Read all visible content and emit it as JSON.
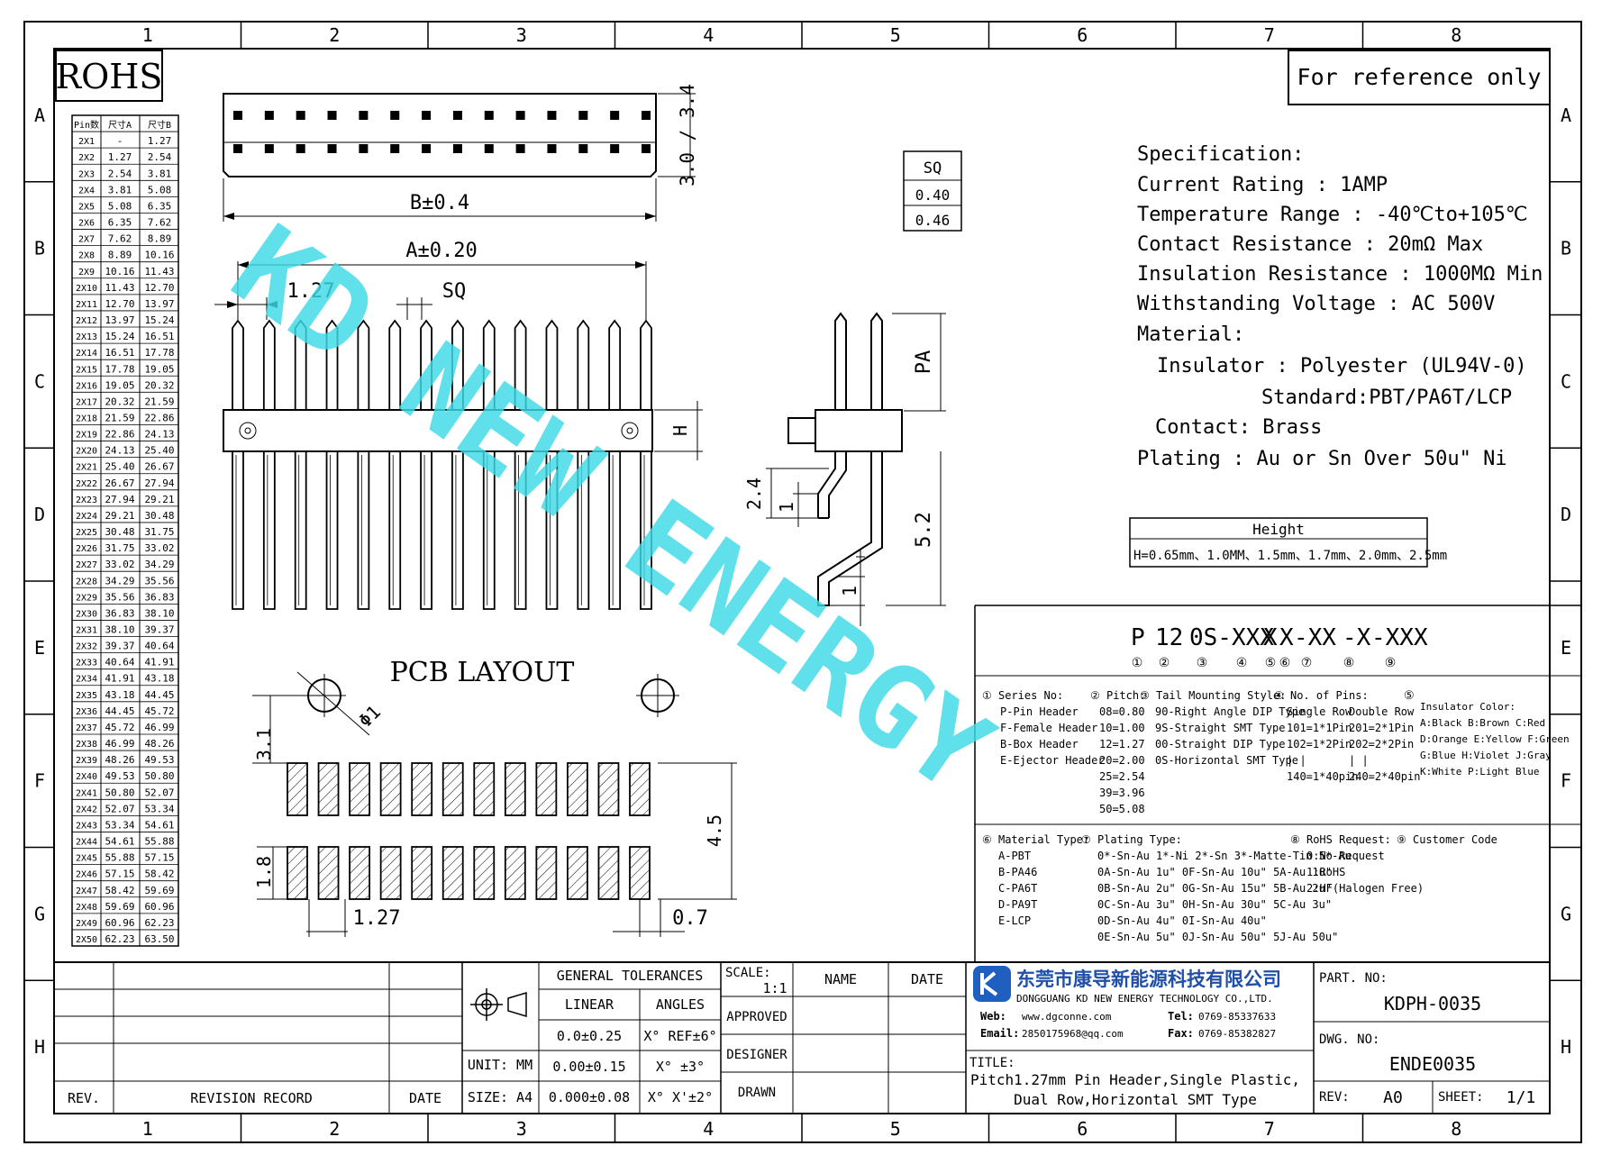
{
  "border": {
    "columns": [
      "1",
      "2",
      "3",
      "4",
      "5",
      "6",
      "7",
      "8"
    ],
    "rows": [
      "A",
      "B",
      "C",
      "D",
      "E",
      "F",
      "G",
      "H"
    ]
  },
  "rohs": "ROHS",
  "reference_note": "For reference only",
  "watermark": "KD NEW ENERGY",
  "pin_table": {
    "headers": [
      "Pin数",
      "尺寸A",
      "尺寸B"
    ],
    "rows": [
      [
        "2X1",
        "-",
        "1.27"
      ],
      [
        "2X2",
        "1.27",
        "2.54"
      ],
      [
        "2X3",
        "2.54",
        "3.81"
      ],
      [
        "2X4",
        "3.81",
        "5.08"
      ],
      [
        "2X5",
        "5.08",
        "6.35"
      ],
      [
        "2X6",
        "6.35",
        "7.62"
      ],
      [
        "2X7",
        "7.62",
        "8.89"
      ],
      [
        "2X8",
        "8.89",
        "10.16"
      ],
      [
        "2X9",
        "10.16",
        "11.43"
      ],
      [
        "2X10",
        "11.43",
        "12.70"
      ],
      [
        "2X11",
        "12.70",
        "13.97"
      ],
      [
        "2X12",
        "13.97",
        "15.24"
      ],
      [
        "2X13",
        "15.24",
        "16.51"
      ],
      [
        "2X14",
        "16.51",
        "17.78"
      ],
      [
        "2X15",
        "17.78",
        "19.05"
      ],
      [
        "2X16",
        "19.05",
        "20.32"
      ],
      [
        "2X17",
        "20.32",
        "21.59"
      ],
      [
        "2X18",
        "21.59",
        "22.86"
      ],
      [
        "2X19",
        "22.86",
        "24.13"
      ],
      [
        "2X20",
        "24.13",
        "25.40"
      ],
      [
        "2X21",
        "25.40",
        "26.67"
      ],
      [
        "2X22",
        "26.67",
        "27.94"
      ],
      [
        "2X23",
        "27.94",
        "29.21"
      ],
      [
        "2X24",
        "29.21",
        "30.48"
      ],
      [
        "2X25",
        "30.48",
        "31.75"
      ],
      [
        "2X26",
        "31.75",
        "33.02"
      ],
      [
        "2X27",
        "33.02",
        "34.29"
      ],
      [
        "2X28",
        "34.29",
        "35.56"
      ],
      [
        "2X29",
        "35.56",
        "36.83"
      ],
      [
        "2X30",
        "36.83",
        "38.10"
      ],
      [
        "2X31",
        "38.10",
        "39.37"
      ],
      [
        "2X32",
        "39.37",
        "40.64"
      ],
      [
        "2X33",
        "40.64",
        "41.91"
      ],
      [
        "2X34",
        "41.91",
        "43.18"
      ],
      [
        "2X35",
        "43.18",
        "44.45"
      ],
      [
        "2X36",
        "44.45",
        "45.72"
      ],
      [
        "2X37",
        "45.72",
        "46.99"
      ],
      [
        "2X38",
        "46.99",
        "48.26"
      ],
      [
        "2X39",
        "48.26",
        "49.53"
      ],
      [
        "2X40",
        "49.53",
        "50.80"
      ],
      [
        "2X41",
        "50.80",
        "52.07"
      ],
      [
        "2X42",
        "52.07",
        "53.34"
      ],
      [
        "2X43",
        "53.34",
        "54.61"
      ],
      [
        "2X44",
        "54.61",
        "55.88"
      ],
      [
        "2X45",
        "55.88",
        "57.15"
      ],
      [
        "2X46",
        "57.15",
        "58.42"
      ],
      [
        "2X47",
        "58.42",
        "59.69"
      ],
      [
        "2X48",
        "59.69",
        "60.96"
      ],
      [
        "2X49",
        "60.96",
        "62.23"
      ],
      [
        "2X50",
        "62.23",
        "63.50"
      ]
    ]
  },
  "dims": {
    "top_height": "3.0 / 3.4",
    "b_width": "B±0.4",
    "a_width": "A±0.20",
    "pitch": "1.27",
    "sq": "SQ",
    "h": "H",
    "pa": "PA",
    "d24": "2.4",
    "d1a": "1",
    "d52": "5.2",
    "d1b": "1",
    "pcb_title": "PCB LAYOUT",
    "d31": "3.1",
    "phi1": "Φ1",
    "d45": "4.5",
    "d18": "1.8",
    "pcb_pitch": "1.27",
    "d07": "0.7"
  },
  "sq_table": {
    "header": "SQ",
    "values": [
      "0.40",
      "0.46"
    ]
  },
  "spec": {
    "lines": [
      "Specification:",
      "Current Rating : 1AMP",
      "Temperature Range : -40℃to+105℃",
      "Contact Resistance : 20mΩ Max",
      "Insulation Resistance : 1000MΩ Min",
      "Withstanding Voltage : AC 500V",
      "Material:",
      "Insulator : Polyester (UL94V-0)",
      "Standard:PBT/PA6T/LCP",
      "Contact: Brass",
      "Plating : Au or Sn Over 50u\" Ni"
    ]
  },
  "height_table": {
    "header": "Height",
    "value": "H=0.65mm、1.0MM、1.5mm、1.7mm、2.0mm、2.5mm"
  },
  "part_code": {
    "segments": [
      "P",
      "12",
      "0S-XXX",
      "X",
      "X",
      "-XX",
      "-X",
      "-XXX"
    ],
    "markers": [
      "①",
      "②",
      "③",
      "④",
      "⑤",
      "⑥",
      "⑦",
      "⑧",
      "⑨"
    ]
  },
  "legend": {
    "series": {
      "title": "① Series No:",
      "items": [
        "P-Pin Header",
        "F-Female Header",
        "B-Box Header",
        "E-Ejector Header"
      ]
    },
    "pitch": {
      "title": "② Pitch:",
      "items": [
        "08=0.80",
        "10=1.00",
        "12=1.27",
        "20=2.00",
        "25=2.54",
        "39=3.96",
        "50=5.08"
      ]
    },
    "tail": {
      "title": "③ Tail Mounting Style:",
      "items": [
        "90-Right Angle DIP Type",
        "9S-Straight SMT Type",
        "00-Straight DIP Type",
        "0S-Horizontal SMT Type"
      ]
    },
    "pins": {
      "title": "④ No. of Pins:",
      "col1_head": "Single Row",
      "col1": [
        "101=1*1Pin",
        "102=1*2Pin",
        "|  |",
        "140=1*40pin"
      ],
      "col2_head": "Double Row",
      "col2": [
        "201=2*1Pin",
        "202=2*2Pin",
        "|  |",
        "240=2*40pin"
      ]
    },
    "color": {
      "title": "⑤",
      "items": [
        "Insulator Color:",
        "A:Black  B:Brown  C:Red",
        "D:Orange E:Yellow F:Green",
        "G:Blue   H:Violet J:Gray",
        "K:White  P:Light Blue"
      ]
    },
    "material": {
      "title": "⑥ Material Type:",
      "items": [
        "A-PBT",
        "B-PA46",
        "C-PA6T",
        "D-PA9T",
        "E-LCP"
      ]
    },
    "plating": {
      "title": "⑦ Plating Type:",
      "items": [
        "0*-Sn-Au 1*-Ni 2*-Sn 3*-Matte-Tin 5*-Au",
        "0A-Sn-Au 1u\" 0F-Sn-Au 10u\"  5A-Au 1u\"",
        "0B-Sn-Au 2u\" 0G-Sn-Au 15u\"  5B-Au 2u\"",
        "0C-Sn-Au 3u\" 0H-Sn-Au 30u\"  5C-Au 3u\"",
        "0D-Sn-Au 4u\" 0I-Sn-Au 40u\"",
        "0E-Sn-Au 5u\" 0J-Sn-Au 50u\"  5J-Au 50u\""
      ]
    },
    "rohs": {
      "title": "⑧ RoHS Request:",
      "items": [
        "0:No Request",
        "1:RoHS",
        "2:HF(Halogen Free)"
      ]
    },
    "customer": {
      "title": "⑨ Customer Code",
      "items": []
    }
  },
  "title_block": {
    "rev": "REV.",
    "revision_record": "REVISION RECORD",
    "date": "DATE",
    "general_tolerances": "GENERAL TOLERANCES",
    "linear": "LINEAR",
    "angles": "ANGLES",
    "tol1": "0.0±0.25",
    "tol2": "0.00±0.15",
    "tol3": "0.000±0.08",
    "ang1": "X° REF±6°",
    "ang2": "X° ±3°",
    "ang3": "X° X'±2°",
    "unit": "UNIT: MM",
    "size": "SIZE: A4",
    "scale_label": "SCALE:",
    "scale_value": "1:1",
    "name": "NAME",
    "date2": "DATE",
    "approved": "APPROVED",
    "designer": "DESIGNER",
    "drawn": "DRAWN",
    "company_cn": "东莞市康导新能源科技有限公司",
    "company_en": "DONGGUANG KD NEW ENERGY TECHNOLOGY CO.,LTD.",
    "web_label": "Web:",
    "web": "www.dgconne.com",
    "tel_label": "Tel:",
    "tel": "0769-85337633",
    "email_label": "Email:",
    "email": "2850175968@qq.com",
    "fax_label": "Fax:",
    "fax": "0769-85382827",
    "title_label": "TITLE:",
    "title_line1": "Pitch1.27mm Pin Header,Single Plastic,",
    "title_line2": "Dual Row,Horizontal SMT Type",
    "part_no_label": "PART. NO:",
    "part_no": "KDPH-0035",
    "dwg_no_label": "DWG. NO:",
    "dwg_no": "ENDE0035",
    "rev_label": "REV:",
    "rev_value": "A0",
    "sheet_label": "SHEET:",
    "sheet_value": "1/1"
  }
}
